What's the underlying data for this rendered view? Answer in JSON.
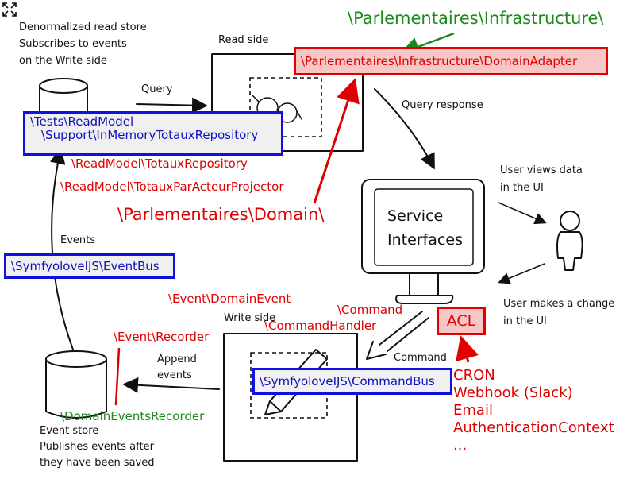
{
  "sketch": {
    "denormalized_line1": "Denormalized read store",
    "denormalized_line2": "Subscribes to events",
    "denormalized_line3": "on the Write side",
    "read_side": "Read side",
    "query": "Query",
    "query_response": "Query response",
    "user_views_line1": "User views data",
    "user_views_line2": "in the UI",
    "service_line1": "Service",
    "service_line2": "Interfaces",
    "user_change_line1": "User makes a change",
    "user_change_line2": "in the UI",
    "events": "Events",
    "write_side": "Write side",
    "command": "Command",
    "append_line1": "Append",
    "append_line2": "events",
    "event_store_line1": "Event store",
    "event_store_line2": "Publishes events after",
    "event_store_line3": "they have been saved"
  },
  "annotations": {
    "infrastructure_ns": "\\Parlementaires\\Infrastructure\\",
    "domain_adapter": "\\Parlementaires\\Infrastructure\\DomainAdapter",
    "tests_read_model_line1": "\\Tests\\ReadModel",
    "tests_read_model_line2": "\\Support\\InMemoryTotauxRepository",
    "totaux_repository": "\\ReadModel\\TotauxRepository",
    "totaux_projector": "\\ReadModel\\TotauxParActeurProjector",
    "domain_ns": "\\Parlementaires\\Domain\\",
    "event_bus": "\\SymfyoloveIJS\\EventBus",
    "domain_event": "\\Event\\DomainEvent",
    "command": "\\Command",
    "command_handler": "\\CommandHandler",
    "event_recorder": "\\Event\\Recorder",
    "command_bus": "\\SymfyoloveIJS\\CommandBus",
    "domain_events_recorder": "\\DomainEventsRecorder",
    "acl": "ACL",
    "acl_items": [
      "CRON",
      "Webhook (Slack)",
      "Email",
      "AuthenticationContext",
      "..."
    ]
  },
  "colors": {
    "red": "#e00000",
    "green": "#1a8a1a",
    "blue": "#1010e0"
  },
  "icons": {
    "expand": "expand-icon"
  }
}
